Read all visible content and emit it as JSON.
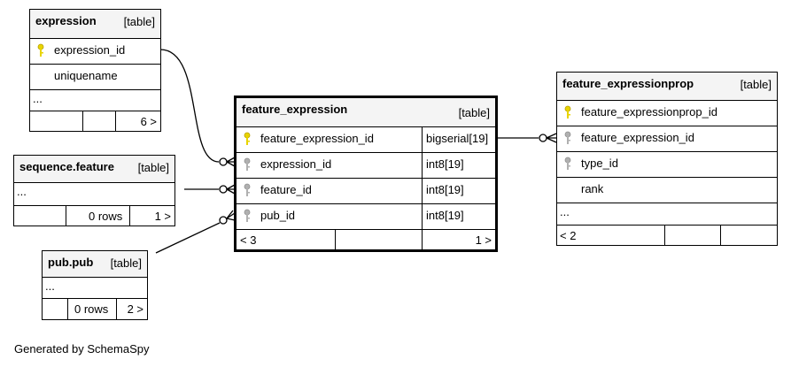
{
  "tables": {
    "expression": {
      "name": "expression",
      "kind": "[table]",
      "columns": [
        "expression_id",
        "uniquename"
      ],
      "more": "...",
      "footer_right": "6 >"
    },
    "sequence_feature": {
      "name": "sequence.feature",
      "kind": "[table]",
      "more": "...",
      "rows": "0 rows",
      "footer_right": "1 >"
    },
    "pub_pub": {
      "name": "pub.pub",
      "kind": "[table]",
      "more": "...",
      "rows": "0 rows",
      "footer_right": "2 >"
    },
    "feature_expression": {
      "name": "feature_expression",
      "kind": "[table]",
      "columns": [
        {
          "name": "feature_expression_id",
          "type": "bigserial[19]"
        },
        {
          "name": "expression_id",
          "type": "int8[19]"
        },
        {
          "name": "feature_id",
          "type": "int8[19]"
        },
        {
          "name": "pub_id",
          "type": "int8[19]"
        }
      ],
      "footer_left": "< 3",
      "footer_right": "1 >"
    },
    "feature_expressionprop": {
      "name": "feature_expressionprop",
      "kind": "[table]",
      "columns": [
        "feature_expressionprop_id",
        "feature_expression_id",
        "type_id",
        "rank"
      ],
      "more": "...",
      "footer_left": "< 2"
    }
  },
  "footer": "Generated by SchemaSpy",
  "colors": {
    "primary_key": "#e8d400",
    "foreign_key": "#b0b0b0",
    "header_bg": "#f4f4f4"
  }
}
